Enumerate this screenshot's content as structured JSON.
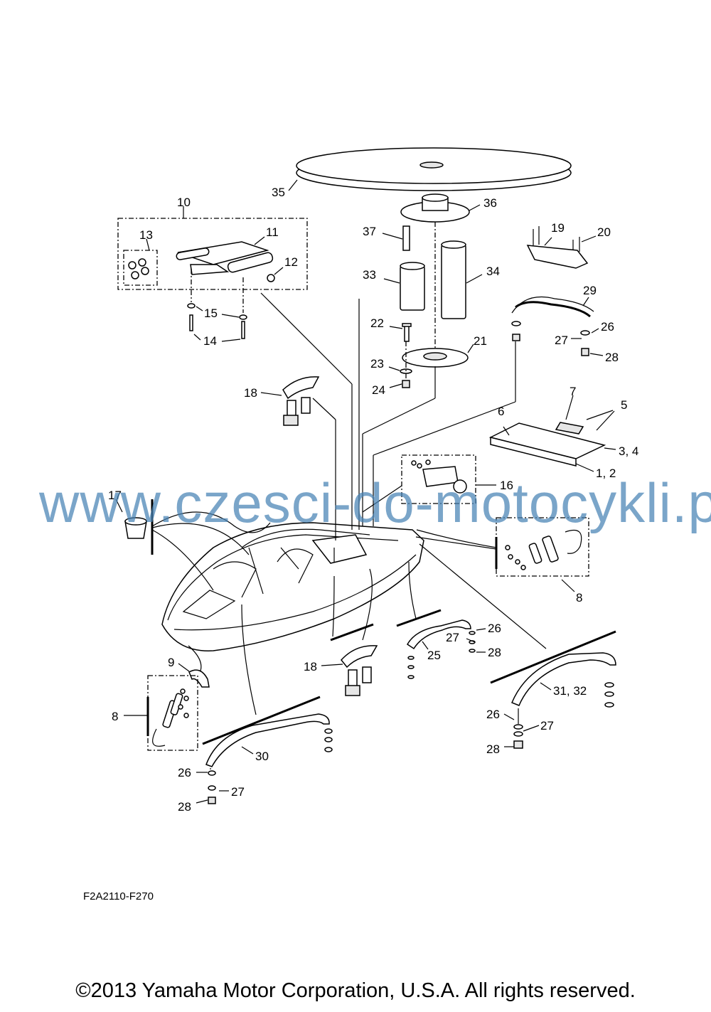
{
  "diagram": {
    "callouts": {
      "c35": "35",
      "c36": "36",
      "c37": "37",
      "c33": "33",
      "c34": "34",
      "c22": "22",
      "c21": "21",
      "c23": "23",
      "c24": "24",
      "c10": "10",
      "c11": "11",
      "c12": "12",
      "c13": "13",
      "c15": "15",
      "c14": "14",
      "c19": "19",
      "c20": "20",
      "c29": "29",
      "c27a": "27",
      "c26a": "26",
      "c28a": "28",
      "c18a": "18",
      "c7": "7",
      "c6": "6",
      "c5": "5",
      "c34b": "3, 4",
      "c12b": "1, 2",
      "c17": "17",
      "c16": "16",
      "c8a": "8",
      "c9": "9",
      "c8b": "8",
      "c27b": "27",
      "c26b": "26",
      "c25": "25",
      "c28b": "28",
      "c18b": "18",
      "c3132": "31, 32",
      "c26c": "26",
      "c27c": "27",
      "c28c": "28",
      "c30": "30",
      "c26d": "26",
      "c27d": "27",
      "c28d": "28"
    },
    "watermark": "www.czesci-do-motocykli.pl",
    "figure_code": "F2A2110-F270",
    "copyright": "©2013 Yamaha Motor Corporation, U.S.A. All rights reserved."
  }
}
